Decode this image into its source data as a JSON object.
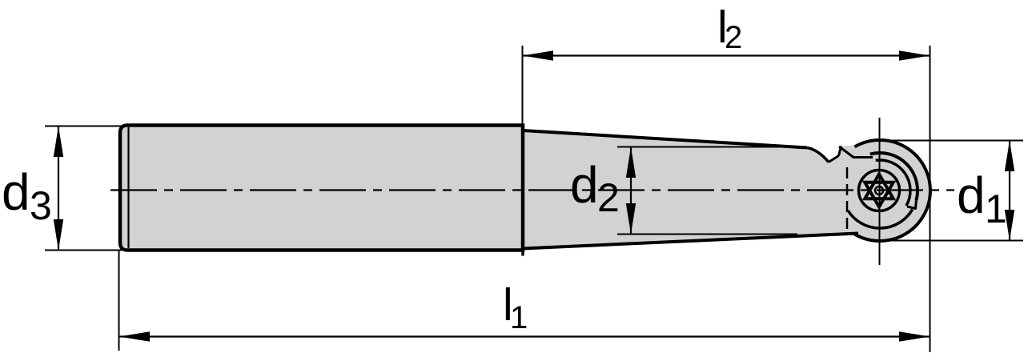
{
  "labels": {
    "l1": {
      "main": "l",
      "sub": "1"
    },
    "l2": {
      "main": "l",
      "sub": "2"
    },
    "d1": {
      "main": "d",
      "sub": "1"
    },
    "d2": {
      "main": "d",
      "sub": "2"
    },
    "d3": {
      "main": "d",
      "sub": "3"
    }
  },
  "colors": {
    "body_fill": "#d2d2d2",
    "line": "#000000",
    "background": "#ffffff"
  }
}
